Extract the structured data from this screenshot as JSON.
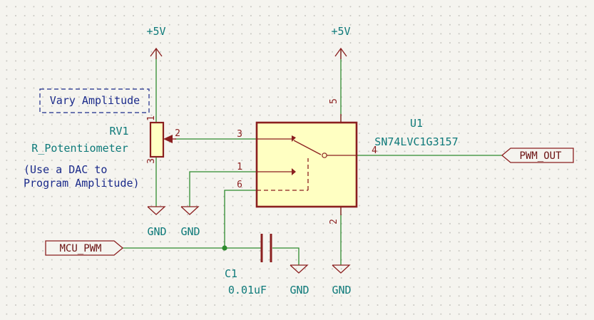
{
  "power": {
    "vcc_pot": "+5V",
    "vcc_u1": "+5V",
    "gnd_pot": "GND",
    "gnd_mux_in1": "GND",
    "gnd_cap": "GND",
    "gnd_u1": "GND"
  },
  "rv1": {
    "ref": "RV1",
    "value": "R_Potentiometer",
    "pin_top": "1",
    "pin_wiper": "2",
    "pin_bottom": "3"
  },
  "notes": {
    "vary_amplitude": "Vary Amplitude",
    "dac_line1": "(Use a DAC to",
    "dac_line2": "Program Amplitude)"
  },
  "u1": {
    "ref": "U1",
    "value": "SN74LVC1G3157",
    "pins": {
      "p3": "3",
      "p1": "1",
      "p6": "6",
      "p4": "4",
      "p5": "5",
      "p2": "2"
    }
  },
  "c1": {
    "ref": "C1",
    "value": "0.01uF"
  },
  "labels": {
    "mcu_pwm": "MCU_PWM",
    "pwm_out": "PWM_OUT"
  },
  "colors": {
    "wire": "#2e8b2e",
    "symbol": "#8b1f1f",
    "symbol_fill": "#ffffc2",
    "ref_text": "#0e7a7a",
    "note_text": "#1a2a8a",
    "background": "#f5f4ef"
  }
}
